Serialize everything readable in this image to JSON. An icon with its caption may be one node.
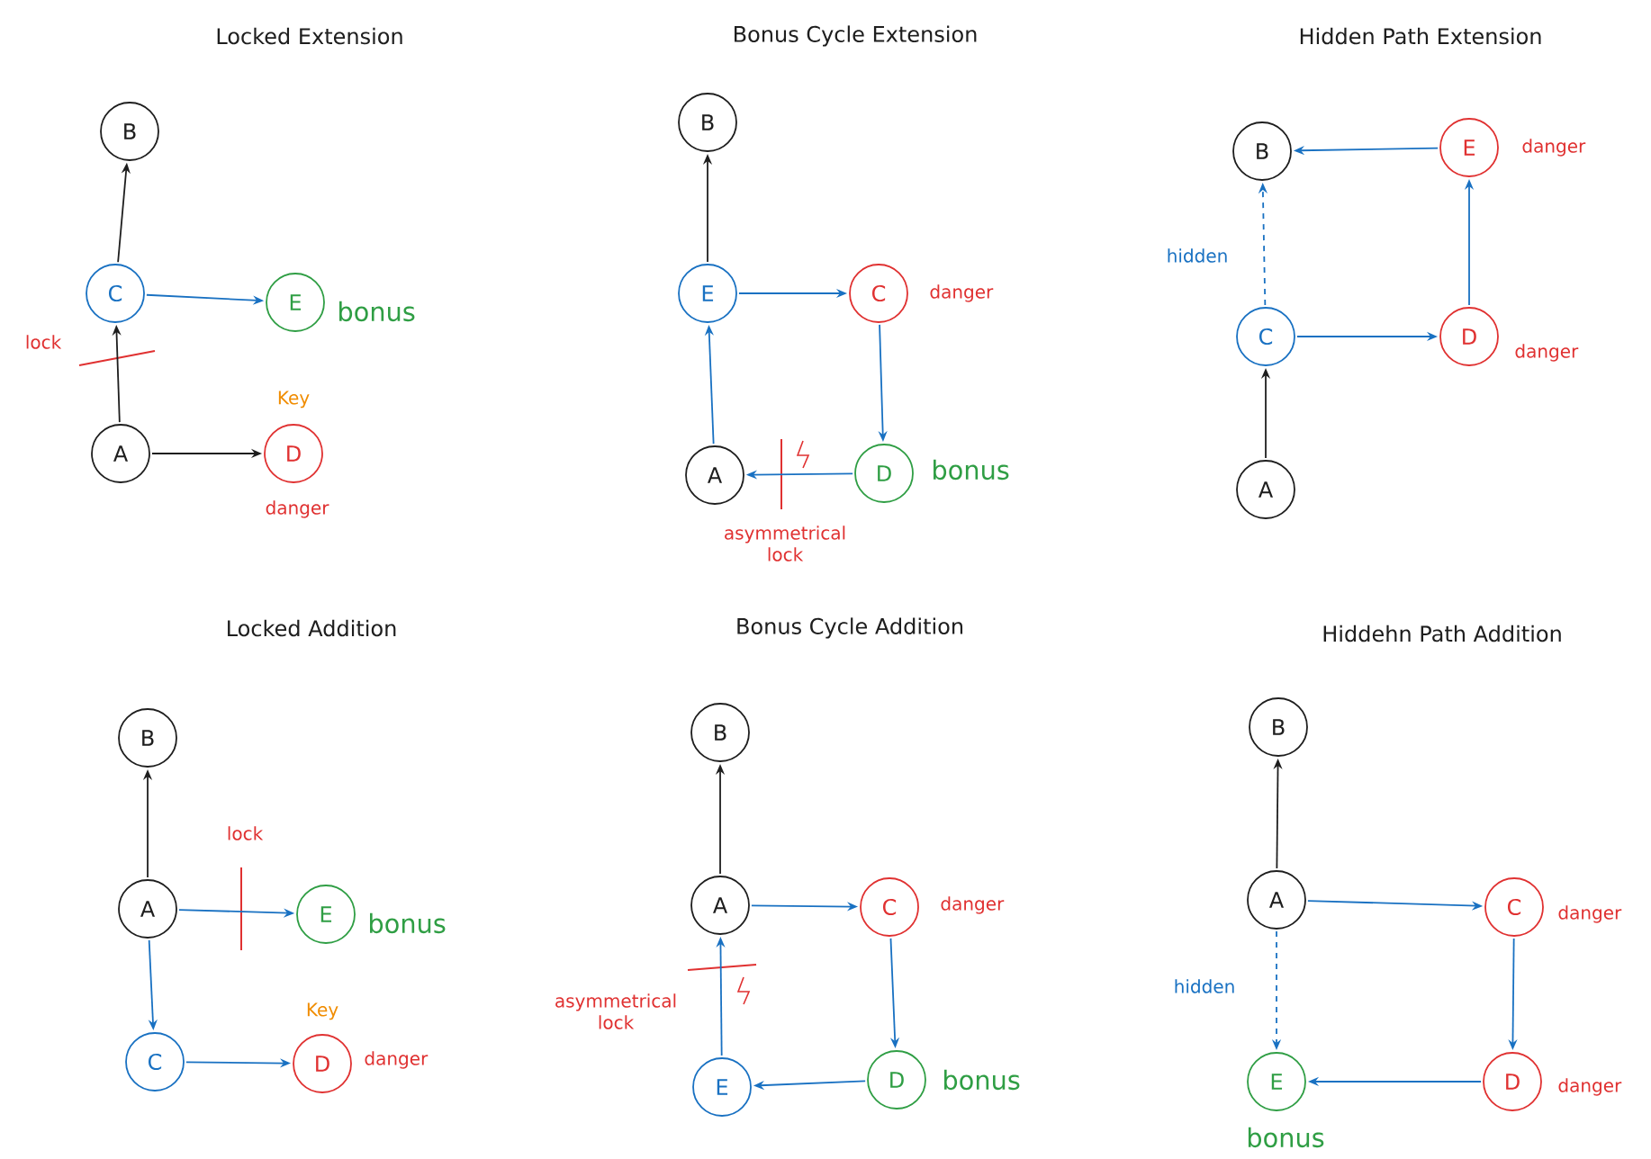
{
  "diagram": {
    "nodes": [
      {
        "text": [
          "B"
        ]
      },
      {
        "text": [
          "C"
        ]
      },
      {
        "text": [
          "E"
        ],
        "beside": [
          "bonus"
        ]
      },
      {
        "text": [
          "A"
        ]
      },
      {
        "text": [
          "D"
        ],
        "beside": [
          "Key",
          "danger"
        ]
      },
      {
        "text": [
          "B"
        ]
      },
      {
        "text": [
          "E"
        ]
      },
      {
        "text": [
          "C"
        ],
        "beside": [
          "danger"
        ]
      },
      {
        "text": [
          "D"
        ],
        "beside": [
          "bonus"
        ]
      },
      {
        "text": [
          "A"
        ]
      },
      {
        "text": [
          "B"
        ]
      },
      {
        "text": [
          "E"
        ],
        "beside": [
          "danger"
        ]
      },
      {
        "text": [
          "C"
        ]
      },
      {
        "text": [
          "D"
        ],
        "beside": [
          "danger"
        ]
      },
      {
        "text": [
          "A"
        ]
      },
      {
        "text": [
          "B"
        ]
      },
      {
        "text": [
          "A"
        ]
      },
      {
        "text": [
          "E"
        ],
        "beside": [
          "bonus"
        ]
      },
      {
        "text": [
          "C"
        ]
      },
      {
        "text": [
          "D"
        ],
        "beside": [
          "Key",
          "danger"
        ]
      },
      {
        "text": [
          "B"
        ]
      },
      {
        "text": [
          "A"
        ]
      },
      {
        "text": [
          "C"
        ],
        "beside": [
          "danger"
        ]
      },
      {
        "text": [
          "D"
        ],
        "beside": [
          "bonus"
        ]
      },
      {
        "text": [
          "E"
        ]
      },
      {
        "text": [
          "B"
        ]
      },
      {
        "text": [
          "A"
        ]
      },
      {
        "text": [
          "C"
        ],
        "beside": [
          "danger"
        ]
      },
      {
        "text": [
          "D"
        ],
        "beside": [
          "danger"
        ]
      },
      {
        "text": [
          "E"
        ],
        "beside": [
          "bonus"
        ]
      }
    ],
    "edges": [
      {
        "from": 1,
        "to": 0,
        "arrow": "to",
        "color": "#1e1e1e"
      },
      {
        "from": 3,
        "to": 1,
        "arrow": "to",
        "color": "#1e1e1e"
      },
      {
        "from": 1,
        "to": 2,
        "arrow": "to"
      },
      {
        "from": 3,
        "to": 4,
        "arrow": "to",
        "color": "#1e1e1e"
      },
      {
        "from": 6,
        "to": 5,
        "arrow": "to",
        "color": "#1e1e1e"
      },
      {
        "from": 6,
        "to": 7,
        "arrow": "to"
      },
      {
        "from": 7,
        "to": 8,
        "arrow": "to"
      },
      {
        "from": 8,
        "to": 9,
        "arrow": "to"
      },
      {
        "from": 9,
        "to": 6,
        "arrow": "to"
      },
      {
        "from": 11,
        "to": 10,
        "arrow": "to"
      },
      {
        "from": 12,
        "to": 10,
        "arrow": "to",
        "style": "dashed",
        "label": "hidden"
      },
      {
        "from": 12,
        "to": 13,
        "arrow": "to"
      },
      {
        "from": 13,
        "to": 11,
        "arrow": "to"
      },
      {
        "from": 14,
        "to": 12,
        "arrow": "to",
        "color": "#1e1e1e"
      },
      {
        "from": 16,
        "to": 15,
        "arrow": "to",
        "color": "#1e1e1e"
      },
      {
        "from": 16,
        "to": 17,
        "arrow": "to"
      },
      {
        "from": 16,
        "to": 18,
        "arrow": "to"
      },
      {
        "from": 18,
        "to": 19,
        "arrow": "to"
      },
      {
        "from": 21,
        "to": 20,
        "arrow": "to",
        "color": "#1e1e1e"
      },
      {
        "from": 21,
        "to": 22,
        "arrow": "to"
      },
      {
        "from": 22,
        "to": 23,
        "arrow": "to"
      },
      {
        "from": 23,
        "to": 24,
        "arrow": "to"
      },
      {
        "from": 24,
        "to": 21,
        "arrow": "to"
      },
      {
        "from": 26,
        "to": 25,
        "arrow": "to",
        "color": "#1e1e1e"
      },
      {
        "from": 26,
        "to": 27,
        "arrow": "to"
      },
      {
        "from": 27,
        "to": 28,
        "arrow": "to"
      },
      {
        "from": 28,
        "to": 29,
        "arrow": "to"
      },
      {
        "from": 26,
        "to": 29,
        "arrow": "to",
        "style": "dashed",
        "label": "hidden"
      }
    ],
    "labels": [
      "Locked Extension",
      "Bonus Cycle Extension",
      "Hidden Path Extension",
      "lock",
      "asymmetrical lock",
      "Locked Addition",
      "Bonus Cycle Addition",
      "Hiddehn Path Addition",
      "lock",
      "asymmetrical lock"
    ]
  }
}
